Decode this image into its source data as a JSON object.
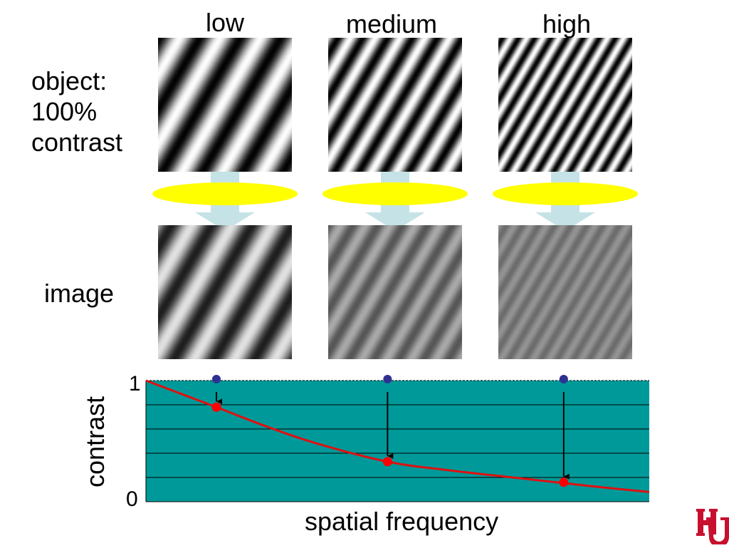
{
  "columns": [
    {
      "label": "low",
      "freq": 3.2,
      "object_contrast": 1.0,
      "image_contrast": 0.78
    },
    {
      "label": "medium",
      "freq": 5.2,
      "object_contrast": 1.0,
      "image_contrast": 0.33
    },
    {
      "label": "high",
      "freq": 8.0,
      "object_contrast": 1.0,
      "image_contrast": 0.16
    }
  ],
  "rows": {
    "object_label": [
      "object:",
      "100%",
      "contrast"
    ],
    "image_label": "image"
  },
  "colors": {
    "arrow": "#c5e3e6",
    "lens": "#ffff00",
    "plot_bg": "#009999",
    "curve": "#e01010",
    "start_dot": "#2e3192",
    "end_dot": "#ff0000",
    "logo": "#c8102e"
  },
  "chart_data": {
    "type": "line",
    "xlabel": "spatial frequency",
    "ylabel": "contrast",
    "yticks": [
      "1",
      "0"
    ],
    "ylim": [
      0,
      1
    ],
    "xlim": [
      0,
      1
    ],
    "grid": true,
    "series": [
      {
        "x": [
          0.0,
          0.14,
          0.24,
          0.34,
          0.48,
          0.6,
          0.75,
          0.88,
          1.0
        ],
        "y": [
          1.0,
          0.78,
          0.62,
          0.48,
          0.33,
          0.26,
          0.19,
          0.13,
          0.08
        ]
      }
    ],
    "markers": [
      {
        "x": 0.14,
        "from": 1.0,
        "to": 0.78
      },
      {
        "x": 0.48,
        "from": 1.0,
        "to": 0.33
      },
      {
        "x": 0.83,
        "from": 1.0,
        "to": 0.16
      }
    ]
  }
}
